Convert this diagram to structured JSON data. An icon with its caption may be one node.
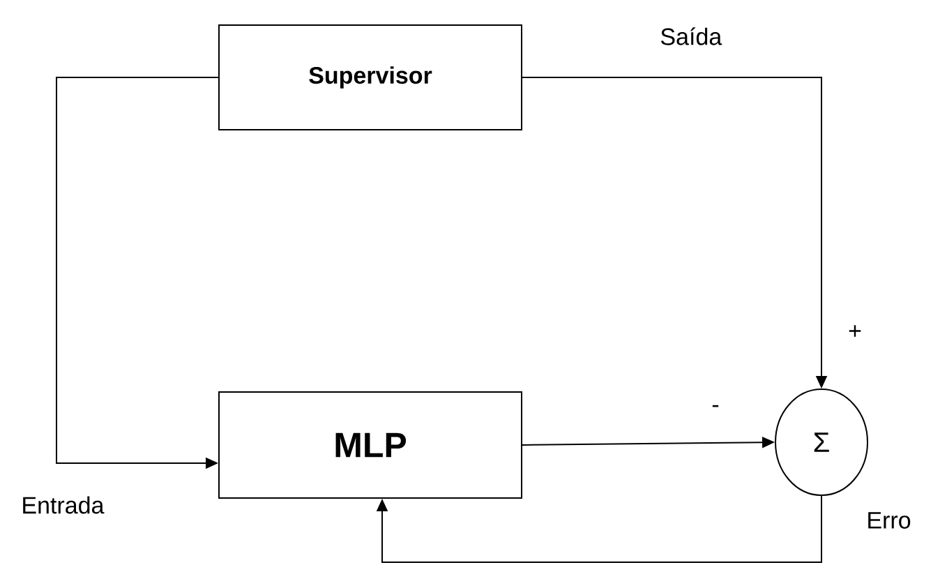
{
  "diagram": {
    "nodes": [
      {
        "text": [
          "Supervisor"
        ]
      },
      {
        "text": [
          "MLP"
        ]
      },
      {
        "text": [
          "Σ"
        ]
      }
    ],
    "edges": [
      {
        "from": 0,
        "to": 1,
        "arrow": "to"
      },
      {
        "from": 0,
        "to": 2,
        "arrow": "to"
      },
      {
        "from": 1,
        "to": 2,
        "arrow": "to"
      },
      {
        "from": 2,
        "to": 1,
        "arrow": "to"
      }
    ],
    "labels": [
      "Saída",
      "+",
      "-",
      "Entrada",
      "Erro"
    ]
  }
}
